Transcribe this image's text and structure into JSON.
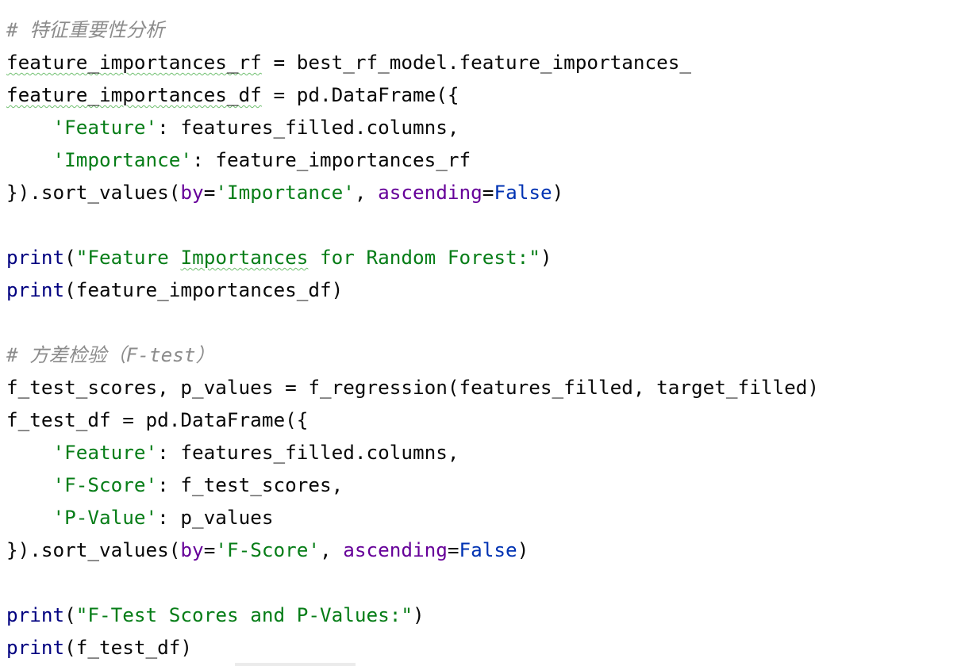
{
  "editor": {
    "lines": [
      [
        {
          "t": "# 特征重要性分析",
          "c": "comment"
        }
      ],
      [
        {
          "t": "feature_importances_rf",
          "c": "plain",
          "squiggle": true
        },
        {
          "t": " = best_rf_model.feature_importances_",
          "c": "plain"
        }
      ],
      [
        {
          "t": "feature_importances_df",
          "c": "plain",
          "squiggle": true
        },
        {
          "t": " = pd.DataFrame({",
          "c": "plain"
        }
      ],
      [
        {
          "t": "    ",
          "c": "plain"
        },
        {
          "t": "'Feature'",
          "c": "string"
        },
        {
          "t": ": features_filled.columns,",
          "c": "plain"
        }
      ],
      [
        {
          "t": "    ",
          "c": "plain"
        },
        {
          "t": "'Importance'",
          "c": "string"
        },
        {
          "t": ": feature_importances_rf",
          "c": "plain"
        }
      ],
      [
        {
          "t": "}).sort_values(",
          "c": "plain"
        },
        {
          "t": "by",
          "c": "kw-arg"
        },
        {
          "t": "=",
          "c": "plain"
        },
        {
          "t": "'Importance'",
          "c": "string"
        },
        {
          "t": ", ",
          "c": "plain"
        },
        {
          "t": "ascending",
          "c": "kw-arg"
        },
        {
          "t": "=",
          "c": "plain"
        },
        {
          "t": "False",
          "c": "const"
        },
        {
          "t": ")",
          "c": "plain"
        }
      ],
      [],
      [
        {
          "t": "print",
          "c": "builtin"
        },
        {
          "t": "(",
          "c": "plain"
        },
        {
          "t": "\"Feature ",
          "c": "string"
        },
        {
          "t": "Importances",
          "c": "string",
          "squiggle": true
        },
        {
          "t": " for Random Forest:\"",
          "c": "string"
        },
        {
          "t": ")",
          "c": "plain"
        }
      ],
      [
        {
          "t": "print",
          "c": "builtin"
        },
        {
          "t": "(feature_importances_df)",
          "c": "plain"
        }
      ],
      [],
      [
        {
          "t": "# 方差检验（F-test）",
          "c": "comment"
        }
      ],
      [
        {
          "t": "f_test_scores, p_values = f_regression(features_filled, target_filled)",
          "c": "plain"
        }
      ],
      [
        {
          "t": "f_test_df = pd.DataFrame({",
          "c": "plain"
        }
      ],
      [
        {
          "t": "    ",
          "c": "plain"
        },
        {
          "t": "'Feature'",
          "c": "string"
        },
        {
          "t": ": features_filled.columns,",
          "c": "plain"
        }
      ],
      [
        {
          "t": "    ",
          "c": "plain"
        },
        {
          "t": "'F-Score'",
          "c": "string"
        },
        {
          "t": ": f_test_scores,",
          "c": "plain"
        }
      ],
      [
        {
          "t": "    ",
          "c": "plain"
        },
        {
          "t": "'P-Value'",
          "c": "string"
        },
        {
          "t": ": p_values",
          "c": "plain"
        }
      ],
      [
        {
          "t": "}).sort_values(",
          "c": "plain"
        },
        {
          "t": "by",
          "c": "kw-arg"
        },
        {
          "t": "=",
          "c": "plain"
        },
        {
          "t": "'F-Score'",
          "c": "string"
        },
        {
          "t": ", ",
          "c": "plain"
        },
        {
          "t": "ascending",
          "c": "kw-arg"
        },
        {
          "t": "=",
          "c": "plain"
        },
        {
          "t": "False",
          "c": "const"
        },
        {
          "t": ")",
          "c": "plain"
        }
      ],
      [],
      [
        {
          "t": "print",
          "c": "builtin"
        },
        {
          "t": "(",
          "c": "plain"
        },
        {
          "t": "\"F-Test Scores and P-Values:\"",
          "c": "string"
        },
        {
          "t": ")",
          "c": "plain"
        }
      ],
      [
        {
          "t": "print",
          "c": "builtin"
        },
        {
          "t": "(f_test_df)",
          "c": "plain"
        }
      ]
    ]
  },
  "colors": {
    "background": "#ffffff",
    "plain": "#080808",
    "comment": "#8c8c8c",
    "string": "#067d17",
    "builtin": "#000080",
    "kw_arg": "#660099",
    "const": "#0033b3"
  }
}
